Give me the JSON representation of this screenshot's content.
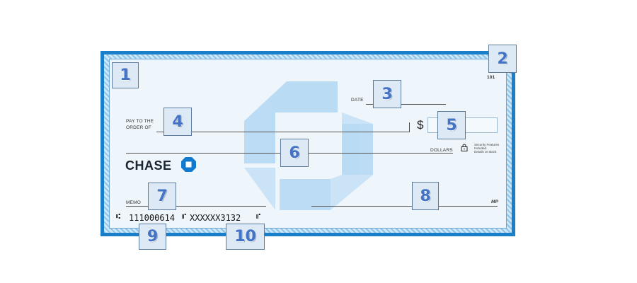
{
  "check": {
    "check_number": "101",
    "date_label": "DATE",
    "payee_label_line1": "PAY TO THE",
    "payee_label_line2": "ORDER OF",
    "currency_symbol": "$",
    "dollars_label": "DOLLARS",
    "security_note_line1": "Security Features",
    "security_note_line2": "Included.",
    "security_note_line3": "Details on Back.",
    "bank_name": "CHASE",
    "memo_label": "MEMO",
    "signature_mark": "MP",
    "routing_number": "111000614",
    "account_number": "XXXXXX3132"
  },
  "callouts": [
    "1",
    "2",
    "3",
    "4",
    "5",
    "6",
    "7",
    "8",
    "9",
    "10"
  ],
  "colors": {
    "frame": "#1a7fc8",
    "check_background": "#eef6fc",
    "watermark": "#a9d3f2",
    "callout_text": "#4472c4",
    "callout_background": "#dde9f5"
  },
  "icons": [
    "chase-octagon-logo",
    "lock-icon",
    "micr-transit-symbol",
    "micr-onus-symbol"
  ]
}
